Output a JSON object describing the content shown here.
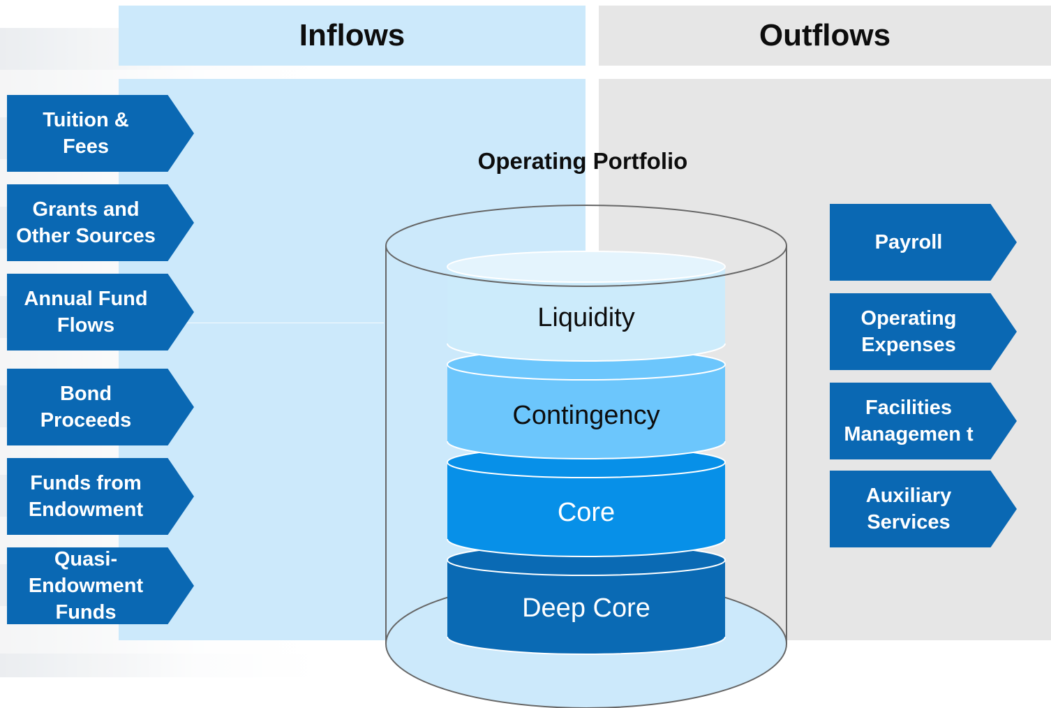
{
  "headers": {
    "inflows": "Inflows",
    "outflows": "Outflows"
  },
  "portfolio": {
    "title": "Operating Portfolio",
    "layers": [
      "Liquidity",
      "Contingency",
      "Core",
      "Deep Core"
    ]
  },
  "inflows": [
    "Tuition & Fees",
    "Grants and Other Sources",
    "Annual Fund Flows",
    "Bond Proceeds",
    "Funds from Endowment",
    "Quasi-Endowment Funds"
  ],
  "outflows": [
    "Payroll",
    "Operating Expenses",
    "Facilities Managemen t",
    "Auxiliary Services"
  ],
  "colors": {
    "inflow_bg": "#cce9fb",
    "outflow_bg": "#e6e6e6",
    "arrow": "#0e6cb6",
    "liquidity": "#ccebfb",
    "contingency": "#6cc6fc",
    "core": "#0790e8",
    "deep_core": "#0a6ab4"
  }
}
